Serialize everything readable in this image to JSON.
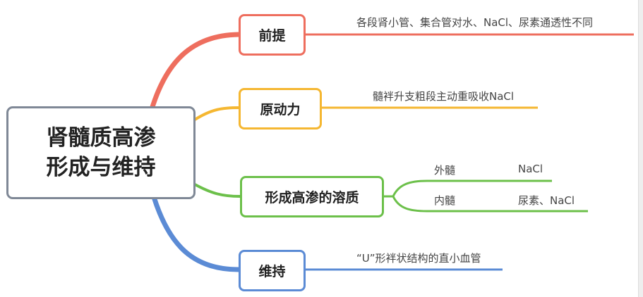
{
  "root": {
    "line1": "肾髓质高渗",
    "line2": "形成与维持"
  },
  "colors": {
    "red": "#EE6E5E",
    "orange": "#F5B731",
    "green": "#6CC04A",
    "blue": "#5B8BD5",
    "root_border": "#7f8896"
  },
  "branches": [
    {
      "label": "前提",
      "text": "各段肾小管、集合管对水、NaCl、尿素通透性不同"
    },
    {
      "label": "原动力",
      "text": "髓袢升支粗段主动重吸收NaCl"
    },
    {
      "label": "形成高渗的溶质",
      "children": [
        {
          "region": "外髓",
          "solute": "NaCl"
        },
        {
          "region": "内髓",
          "solute": "尿素、NaCl"
        }
      ]
    },
    {
      "label": "维持",
      "text": "“U”形袢状结构的直小血管"
    }
  ]
}
